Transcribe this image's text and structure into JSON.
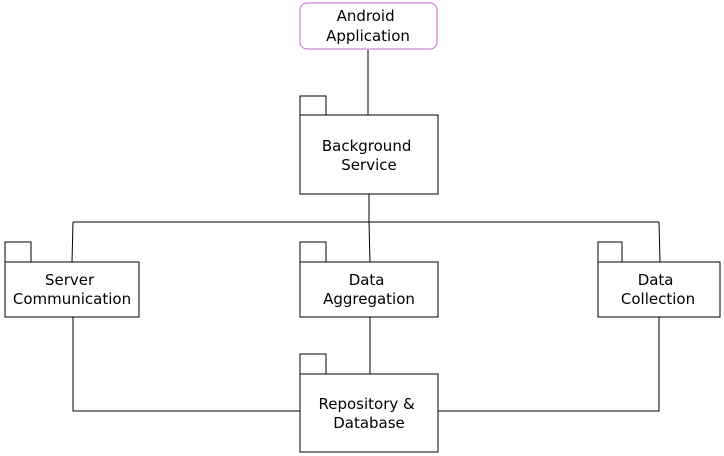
{
  "colors": {
    "line": "#000000",
    "box_fill": "#ffffff",
    "app_border": "#cc66cc"
  },
  "nodes": {
    "android_app": {
      "line1": "Android",
      "line2": "Application",
      "shape": "rounded-rectangle"
    },
    "background_service": {
      "line1": "Background",
      "line2": "Service",
      "shape": "package"
    },
    "server_communication": {
      "line1": "Server",
      "line2": "Communication",
      "shape": "package"
    },
    "data_aggregation": {
      "line1": "Data",
      "line2": "Aggregation",
      "shape": "package"
    },
    "data_collection": {
      "line1": "Data",
      "line2": "Collection",
      "shape": "package"
    },
    "repository_database": {
      "line1": "Repository &",
      "line2": "Database",
      "shape": "package"
    }
  },
  "connections": [
    {
      "from": "android_app",
      "to": "background_service"
    },
    {
      "from": "background_service",
      "to": "server_communication"
    },
    {
      "from": "background_service",
      "to": "data_aggregation"
    },
    {
      "from": "background_service",
      "to": "data_collection"
    },
    {
      "from": "server_communication",
      "to": "repository_database"
    },
    {
      "from": "data_aggregation",
      "to": "repository_database"
    },
    {
      "from": "data_collection",
      "to": "repository_database"
    }
  ]
}
